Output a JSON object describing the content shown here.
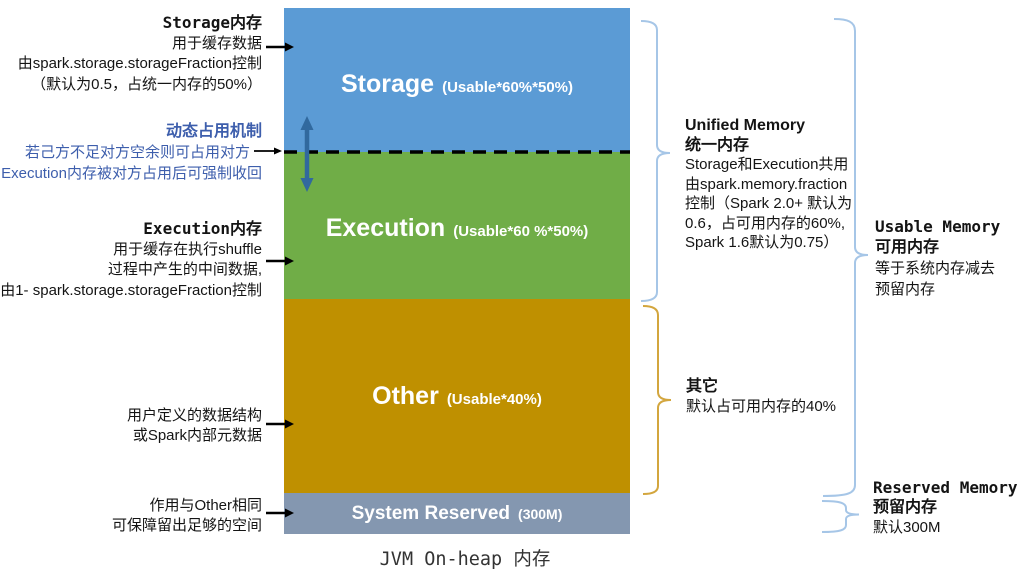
{
  "diagram": {
    "caption": "JVM On-heap 内存"
  },
  "bar": {
    "sections": [
      {
        "name": "Storage",
        "detail": "(Usable*60%*50%)",
        "color": "#5B9BD5"
      },
      {
        "name": "Execution",
        "detail": "(Usable*60 %*50%)",
        "color": "#70AD47"
      },
      {
        "name": "Other",
        "detail": "(Usable*40%)",
        "color": "#BF9000"
      },
      {
        "name": "System Reserved",
        "detail": "(300M)",
        "color": "#8497B0"
      }
    ]
  },
  "left": {
    "storage": {
      "title": "Storage内存",
      "line1": "用于缓存数据",
      "line2": "由spark.storage.storageFraction控制",
      "line3": "（默认为0.5，占统一内存的50%）"
    },
    "dynamic": {
      "title": "动态占用机制",
      "line1": "若己方不足对方空余则可占用对方",
      "line2": "Execution内存被对方占用后可强制收回",
      "color": "#3D5EAC"
    },
    "execution": {
      "title": "Execution内存",
      "line1": "用于缓存在执行shuffle",
      "line2": "过程中产生的中间数据,",
      "line3": "由1- spark.storage.storageFraction控制"
    },
    "other": {
      "line1": "用户定义的数据结构",
      "line2": "或Spark内部元数据"
    },
    "reserved": {
      "line1": "作用与Other相同",
      "line2": "可保障留出足够的空间"
    }
  },
  "right": {
    "unified": {
      "title_en": "Unified Memory",
      "title_zh": "统一内存",
      "line1": "Storage和Execution共用",
      "line2": "由spark.memory.fraction",
      "line3": "控制（Spark 2.0+ 默认为",
      "line4": "0.6，占可用内存的60%,",
      "line5": "Spark 1.6默认为0.75）"
    },
    "other": {
      "title": "其它",
      "line1": "默认占可用内存的40%"
    },
    "usable": {
      "title_en": "Usable Memory",
      "title_zh": "可用内存",
      "line1": "等于系统内存减去",
      "line2": "预留内存"
    },
    "reserved": {
      "title_en": "Reserved Memory",
      "title_zh": "预留内存",
      "line1": "默认300M"
    }
  },
  "colors": {
    "brace_blue": "#A6C6E7",
    "brace_gold": "#D3A63E",
    "double_arrow": "#31699E",
    "arrow_black": "#000000",
    "dashed_line": "#000000"
  }
}
